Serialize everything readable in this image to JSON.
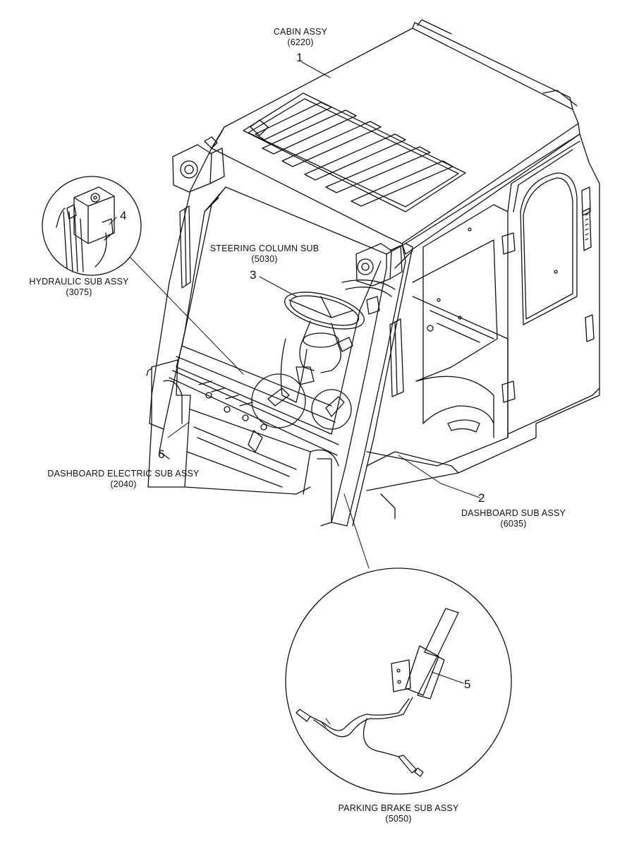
{
  "callouts": [
    {
      "id": "cabin",
      "number": "1",
      "name": "CABIN ASSY",
      "code": "(6220)"
    },
    {
      "id": "dashboard",
      "number": "2",
      "name": "DASHBOARD SUB ASSY",
      "code": "(6035)"
    },
    {
      "id": "steering",
      "number": "3",
      "name": "STEERING COLUMN SUB",
      "code": "(5030)"
    },
    {
      "id": "hydraulic",
      "number": "4",
      "name": "HYDRAULIC SUB ASSY",
      "code": "(3075)"
    },
    {
      "id": "parking-brake",
      "number": "5",
      "name": "PARKING BRAKE SUB ASSY",
      "code": "(5050)"
    },
    {
      "id": "dashboard-electric",
      "number": "6",
      "name": "DASHBOARD ELECTRIC SUB ASSY",
      "code": "(2040)"
    }
  ],
  "colors": {
    "line": "#111111",
    "background": "#ffffff"
  }
}
